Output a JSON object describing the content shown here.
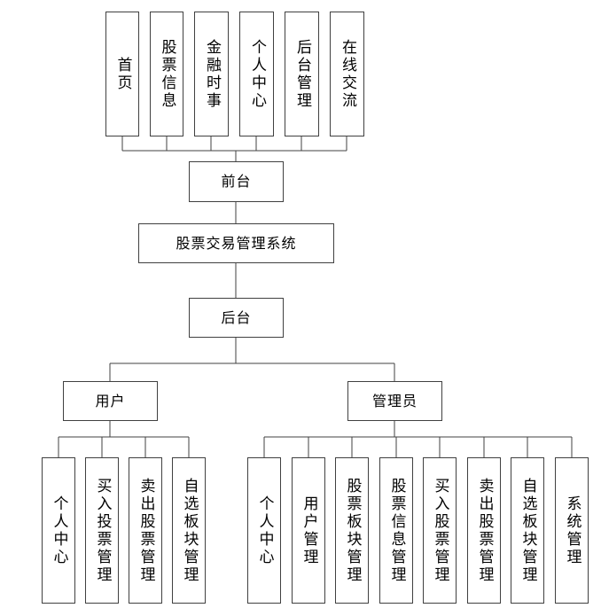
{
  "front_modules": [
    "首页",
    "股票信息",
    "金融时事",
    "个人中心",
    "后台管理",
    "在线交流"
  ],
  "front_node": "前台",
  "system_node": "股票交易管理系统",
  "back_node": "后台",
  "user_node": "用户",
  "admin_node": "管理员",
  "user_modules": [
    "个人中心",
    "买入投票管理",
    "卖出股票管理",
    "自选板块管理"
  ],
  "admin_modules": [
    "个人中心",
    "用户管理",
    "股票板块管理",
    "股票信息管理",
    "买入股票管理",
    "卖出股票管理",
    "自选板块管理",
    "系统管理"
  ]
}
